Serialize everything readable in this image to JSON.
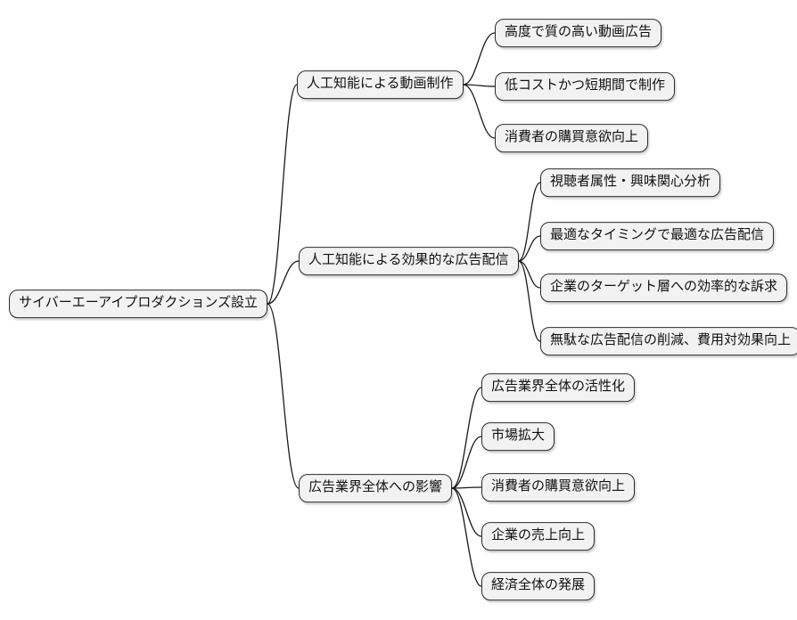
{
  "mindmap": {
    "root": {
      "label": "サイバーエーアイプロダクションズ設立"
    },
    "branches": [
      {
        "label": "人工知能による動画制作",
        "children": [
          {
            "label": "高度で質の高い動画広告"
          },
          {
            "label": "低コストかつ短期間で制作"
          },
          {
            "label": "消費者の購買意欲向上"
          }
        ]
      },
      {
        "label": "人工知能による効果的な広告配信",
        "children": [
          {
            "label": "視聴者属性・興味関心分析"
          },
          {
            "label": "最適なタイミングで最適な広告配信"
          },
          {
            "label": "企業のターゲット層への効率的な訴求"
          },
          {
            "label": "無駄な広告配信の削減、費用対効果向上"
          }
        ]
      },
      {
        "label": "広告業界全体への影響",
        "children": [
          {
            "label": "広告業界全体の活性化"
          },
          {
            "label": "市場拡大"
          },
          {
            "label": "消費者の購買意欲向上"
          },
          {
            "label": "企業の売上向上"
          },
          {
            "label": "経済全体の発展"
          }
        ]
      }
    ]
  },
  "colors": {
    "background": "#ffffff",
    "node_fill": "#f2f2f2",
    "node_border": "#2b2b2b",
    "connector": "#1a1a1a"
  }
}
